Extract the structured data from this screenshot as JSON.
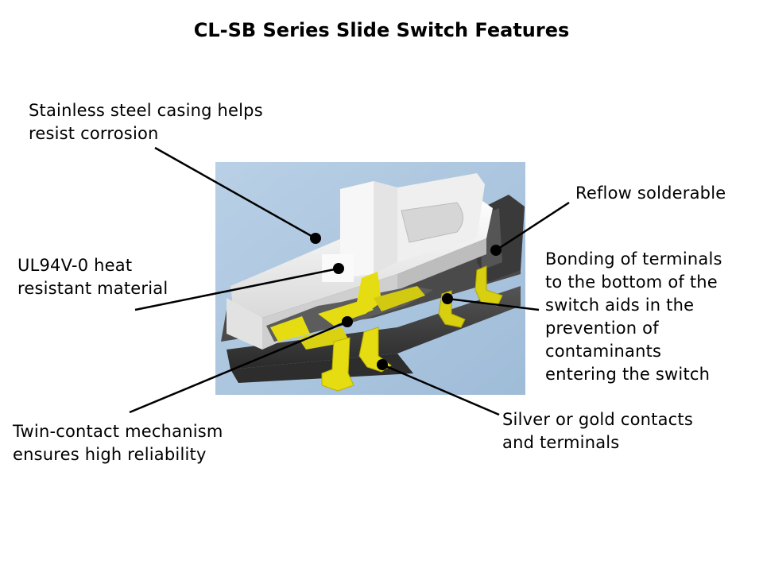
{
  "title": "CL-SB Series Slide Switch Features",
  "callouts": {
    "casing": "Stainless steel casing helps\nresist corrosion",
    "material": "UL94V-0 heat\nresistant material",
    "twin": "Twin-contact mechanism\nensures high reliability",
    "reflow": "Reflow solderable",
    "bonding": "Bonding of terminals\nto the bottom of the\nswitch aids in the\nprevention of\ncontaminants\nentering the switch",
    "contacts": "Silver or gold contacts\nand terminals"
  },
  "colors": {
    "background_panel": "#a9c4de",
    "casing_white": "#f4f4f4",
    "base_dark": "#3b3b3b",
    "terminal_yellow": "#e5dd12",
    "pointer": "#000000"
  }
}
